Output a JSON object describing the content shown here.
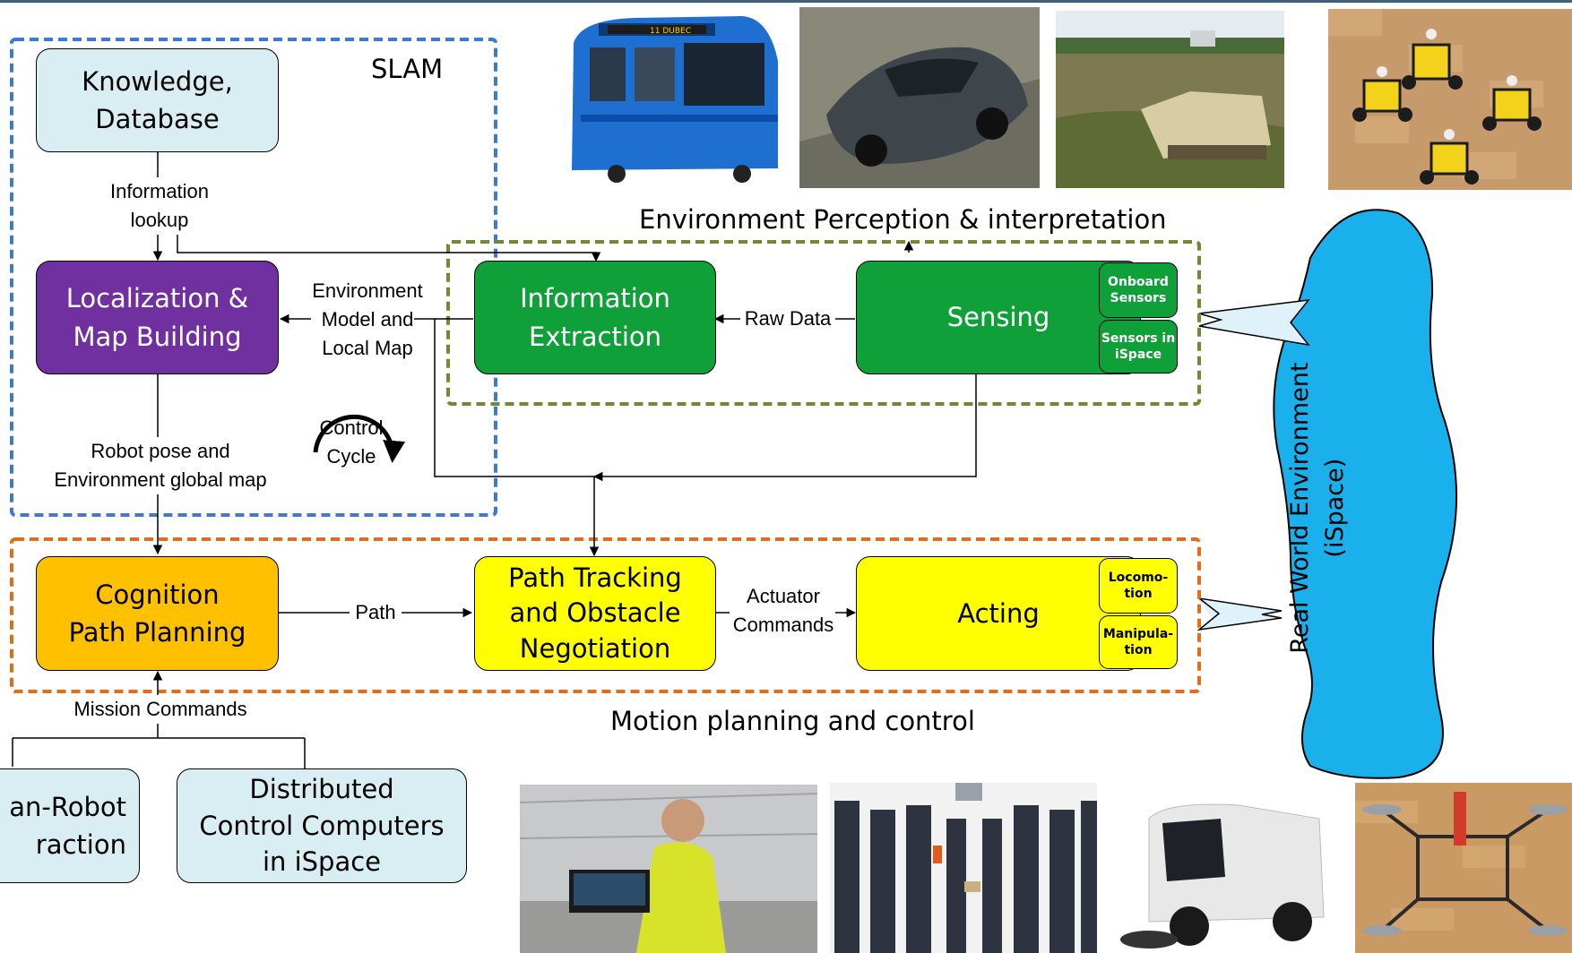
{
  "colors": {
    "light_blue": "#d9eef3",
    "purple": "#7030a0",
    "green": "#10a03a",
    "orange": "#ffc000",
    "yellow": "#ffff00",
    "cloud": "#1ab0ec",
    "slam_border": "#3a7bd5",
    "perception_border": "#6e8a32",
    "motion_border": "#e36c16"
  },
  "regions": {
    "slam": "SLAM",
    "perception": "Environment Perception & interpretation",
    "motion": "Motion planning and control"
  },
  "boxes": {
    "knowledge": "Knowledge,\nDatabase",
    "localization": "Localization &\nMap Building",
    "information_extraction": "Information\nExtraction",
    "sensing": "Sensing",
    "cognition": "Cognition\nPath Planning",
    "path_tracking": "Path Tracking\nand Obstacle\nNegotiation",
    "acting": "Acting",
    "hri": "an-Robot\nraction",
    "distributed": "Distributed\nControl Computers\nin iSpace",
    "real_world": "Real World Environment\n(iSpace)"
  },
  "sub_boxes": {
    "onboard": "Onboard\nSensors",
    "ispace_sensors": "Sensors in\niSpace",
    "locomotion": "Locomo-\ntion",
    "manipulation": "Manipula-\ntion"
  },
  "labels": {
    "info_lookup": "Information\nlookup",
    "env_model": "Environment\nModel and\nLocal Map",
    "raw_data": "Raw Data",
    "control_cycle": "Control\nCycle",
    "robot_pose": "Robot pose and\nEnvironment global map",
    "path": "Path",
    "actuator": "Actuator\nCommands",
    "mission": "Mission Commands"
  },
  "photo_icons": [
    "tram-photo",
    "sports-car-photo",
    "demining-machine-photo",
    "mobile-robots-photo",
    "operator-laptop-photo",
    "warehouse-simulation-photo",
    "street-sweeper-photo",
    "quadruped-robot-photo"
  ]
}
